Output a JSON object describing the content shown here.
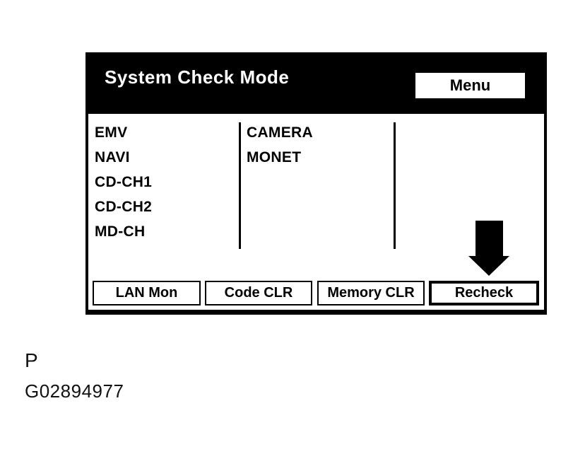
{
  "screen": {
    "title": "System Check Mode",
    "menu_button_label": "Menu",
    "module_list": {
      "column1": [
        "EMV",
        "NAVI",
        "CD-CH1",
        "CD-CH2",
        "MD-CH"
      ],
      "column2": [
        "CAMERA",
        "MONET"
      ]
    },
    "buttons": {
      "lan_mon": "LAN Mon",
      "code_clr": "Code CLR",
      "memory_clr": "Memory CLR",
      "recheck": "Recheck"
    },
    "highlighted_button": "Recheck"
  },
  "annotation": {
    "arrow_icon": "down-arrow",
    "arrow_target": "Recheck"
  },
  "caption": {
    "figure_label": "P",
    "figure_id": "G02894977"
  },
  "colors": {
    "header_bg": "#000000",
    "header_text": "#ffffff",
    "screen_bg": "#ffffff",
    "text": "#000000"
  }
}
